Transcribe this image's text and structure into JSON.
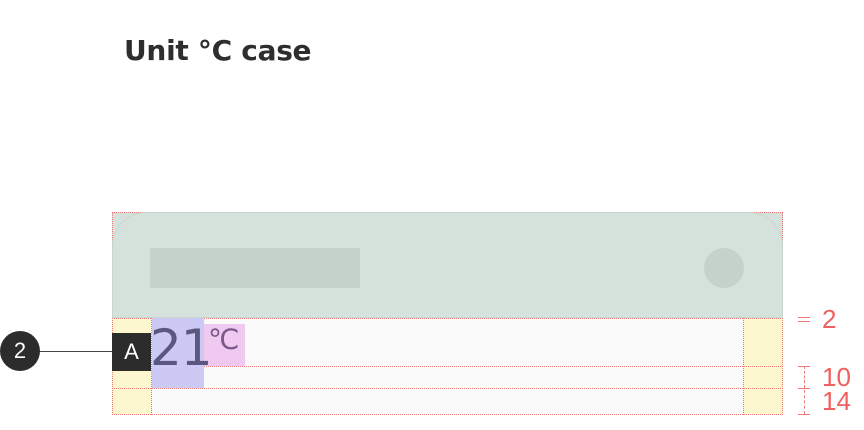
{
  "title": "Unit °C case",
  "display": {
    "value": "21",
    "unit": "℃"
  },
  "callout": {
    "number": "2",
    "tag": "A"
  },
  "dimensions": [
    "2",
    "10",
    "14"
  ],
  "colors": {
    "header_fill": "#d5e2db",
    "padding_highlight": "#fcf7cf",
    "value_highlight": "#cccaf4",
    "unit_highlight": "#efc9ef",
    "guide_red": "#f07a7a",
    "dimension_text": "#f06060",
    "callout_dark": "#2c2c2c"
  }
}
